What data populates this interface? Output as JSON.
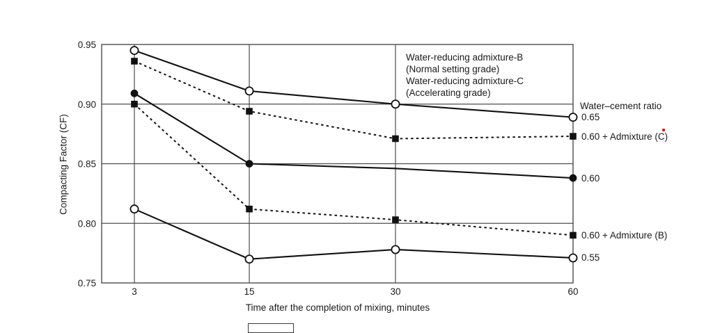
{
  "chart_data": {
    "type": "line",
    "title": "",
    "xlabel": "Time after the completion of mixing, minutes",
    "ylabel": "Compacting Factor (CF)",
    "x": [
      3,
      15,
      30,
      60
    ],
    "x_tick_labels": [
      "3",
      "15",
      "30",
      "60"
    ],
    "ylim": [
      0.75,
      0.95
    ],
    "y_ticks": [
      0.75,
      0.8,
      0.85,
      0.9,
      0.95
    ],
    "y_tick_labels": [
      "0.75",
      "0.80",
      "0.85",
      "0.90",
      "0.95"
    ],
    "grid": true,
    "legend_position": "top-right-inside",
    "annotation_lines": {
      "line1": "Water-reducing admixture-B",
      "line2": "(Normal setting grade)",
      "line3": "Water-reducing admixture-C",
      "line4": "(Accelerating grade)"
    },
    "right_axis_title": "Water–cement ratio",
    "series": [
      {
        "label": "0.65",
        "marker": "circle-open",
        "line": "solid",
        "values": [
          0.945,
          0.911,
          0.9,
          0.889
        ]
      },
      {
        "label": "0.60 + Admixture (C)",
        "marker": "square-filled",
        "line": "dashed",
        "values": [
          0.936,
          0.894,
          0.871,
          0.873
        ]
      },
      {
        "label": "0.60",
        "marker": "circle-filled",
        "line": "solid",
        "values": [
          0.909,
          0.85,
          0.846,
          0.838
        ],
        "markers_visible": [
          true,
          true,
          false,
          true
        ]
      },
      {
        "label": "0.60 + Admixture (B)",
        "marker": "square-filled",
        "line": "dashed",
        "values": [
          0.9,
          0.812,
          0.803,
          0.79
        ]
      },
      {
        "label": "0.55",
        "marker": "circle-open",
        "line": "solid",
        "values": [
          0.812,
          0.77,
          0.778,
          0.771
        ]
      }
    ]
  },
  "colors": {
    "line": "#111111",
    "grid": "#4d4d4d",
    "text": "#1a1a1a",
    "red_mark": "#e8190f",
    "background": "#ffffff"
  }
}
